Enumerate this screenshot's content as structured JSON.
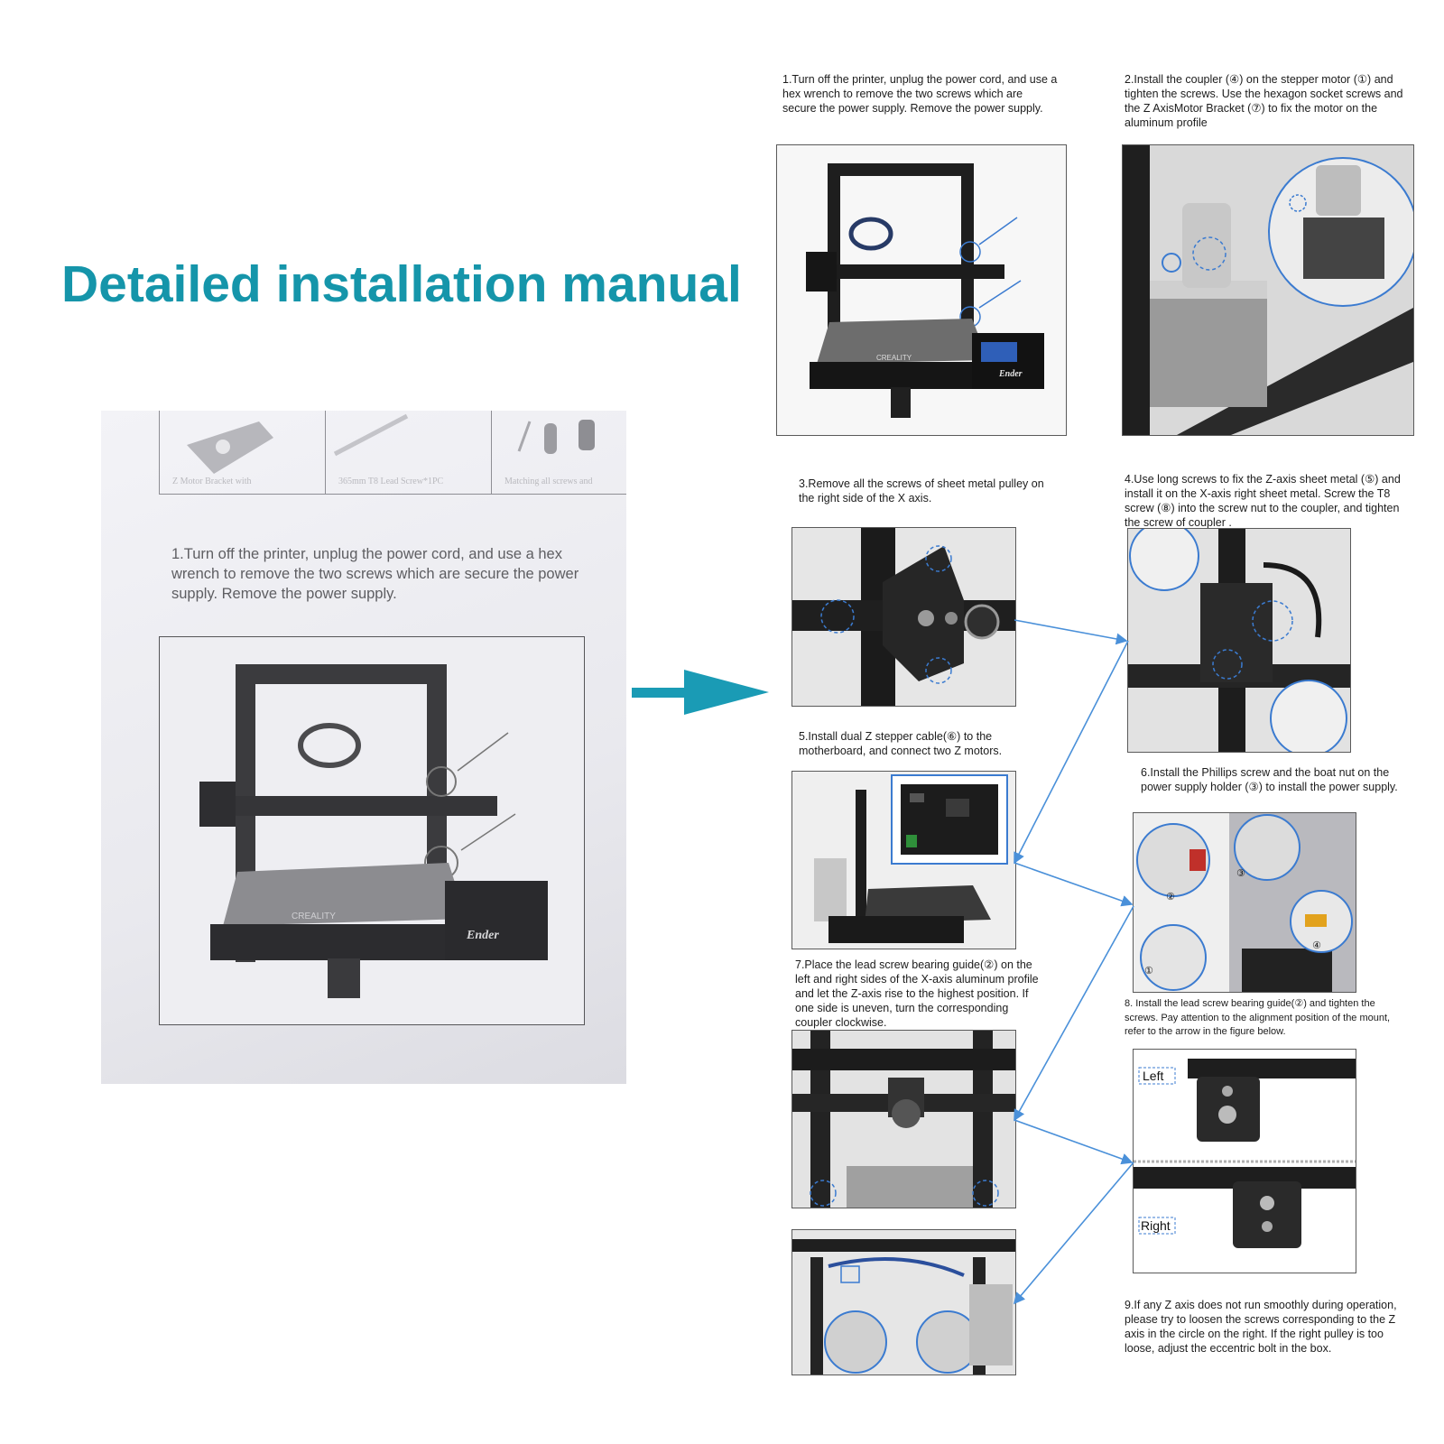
{
  "title": "Detailed installation manual",
  "manual_photo": {
    "parts_captions": [
      "Z Motor Bracket with",
      "365mm T8 Lead Screw*1PC",
      "Matching all screws and"
    ],
    "step_text": "1.Turn off the printer, unplug the power cord, and use a hex wrench to remove the two screws which are secure the power supply. Remove the power supply."
  },
  "steps": {
    "s1": "1.Turn off the printer, unplug the power cord, and use a hex wrench to remove the two screws which are secure the power supply. Remove the power supply.",
    "s2": "2.Install the coupler (④) on the stepper motor (①) and tighten the screws. Use the hexagon socket screws and the Z AxisMotor Bracket (⑦) to fix the motor on the aluminum profile",
    "s3": "3.Remove all the screws of sheet metal pulley on the right side of the X axis.",
    "s4": "4.Use long screws to fix the Z-axis sheet metal (⑤) and install it on the X-axis right sheet metal. Screw the T8 screw (⑧) into the screw nut to the coupler, and tighten the screw of coupler .",
    "s5": "5.Install dual Z stepper cable(⑥) to the motherboard, and connect two Z motors.",
    "s6": "6.Install the Phillips screw and the boat nut on the power supply holder (③) to install the power supply.",
    "s7": "7.Place the lead screw bearing guide(②) on the left and right sides of the X-axis aluminum profile and let the Z-axis rise to the highest position. If one side is uneven, turn the corresponding coupler clockwise.",
    "s8": "8. Install the lead screw bearing guide(②) and tighten the screws. Pay attention to the alignment position of the mount, refer to the arrow in the figure below.",
    "s9": "9.If any Z axis does not run smoothly during operation, please try to loosen the screws corresponding to the Z axis in the circle on the right. If the right pulley is too loose, adjust the eccentric bolt in the box."
  },
  "labels": {
    "left": "Left",
    "right": "Right",
    "brand_small": "CREALITY",
    "model": "Ender",
    "n1": "①",
    "n2": "②",
    "n3": "③",
    "n4": "④"
  },
  "colors": {
    "title": "#1595aa",
    "big_arrow": "#1a9bb5",
    "connector": "#4a90d9"
  }
}
